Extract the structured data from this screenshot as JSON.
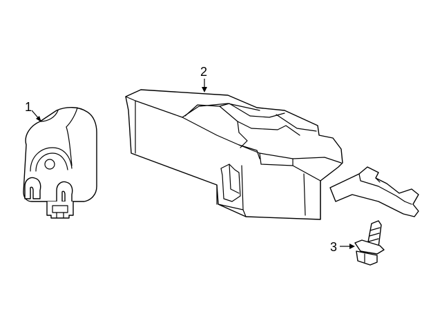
{
  "callouts": [
    {
      "number": "1",
      "part": "relay"
    },
    {
      "number": "2",
      "part": "control-module"
    },
    {
      "number": "3",
      "part": "bolt"
    }
  ]
}
